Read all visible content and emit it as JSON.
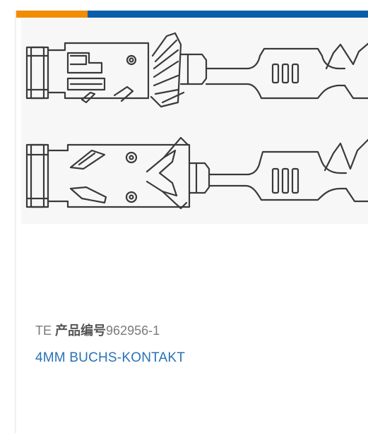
{
  "card": {
    "accent_colors": {
      "orange": "#f28c00",
      "blue": "#0a5ea8"
    },
    "image_alt": "4MM BUCHS-KONTAKT product drawing",
    "part": {
      "prefix": "TE",
      "label_cn": "产品编号",
      "number": "962956-1"
    },
    "product_name": "4MM BUCHS-KONTAKT",
    "link_color": "#2a72b6"
  }
}
